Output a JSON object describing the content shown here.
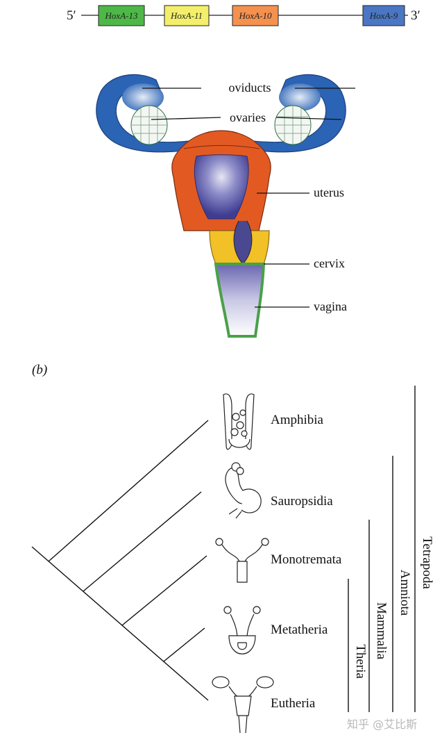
{
  "hox_cluster": {
    "end_5": "5′",
    "end_3": "3′",
    "genes": [
      {
        "name": "HoxA-13",
        "color": "#4db848"
      },
      {
        "name": "HoxA-11",
        "color": "#f3ef6b"
      },
      {
        "name": "HoxA-10",
        "color": "#f4914f"
      },
      {
        "name": "HoxA-9",
        "color": "#4a76c4"
      }
    ]
  },
  "anatomy": {
    "labels": {
      "oviducts": "oviducts",
      "ovaries": "ovaries",
      "uterus": "uterus",
      "cervix": "cervix",
      "vagina": "vagina"
    },
    "colors": {
      "oviduct_blue": "#2b63b5",
      "uterus_orange": "#e25a22",
      "cervix_yellow": "#f2c027",
      "vagina_green": "#4aa048",
      "cavity_purple": "#5b5aa8"
    }
  },
  "panel_b": {
    "label": "(b)",
    "taxa": [
      "Amphibia",
      "Sauropsidia",
      "Monotremata",
      "Metatheria",
      "Eutheria"
    ],
    "clades": [
      "Tetrapoda",
      "Amniota",
      "Mammalia",
      "Theria"
    ]
  },
  "watermark": "知乎 @艾比斯"
}
